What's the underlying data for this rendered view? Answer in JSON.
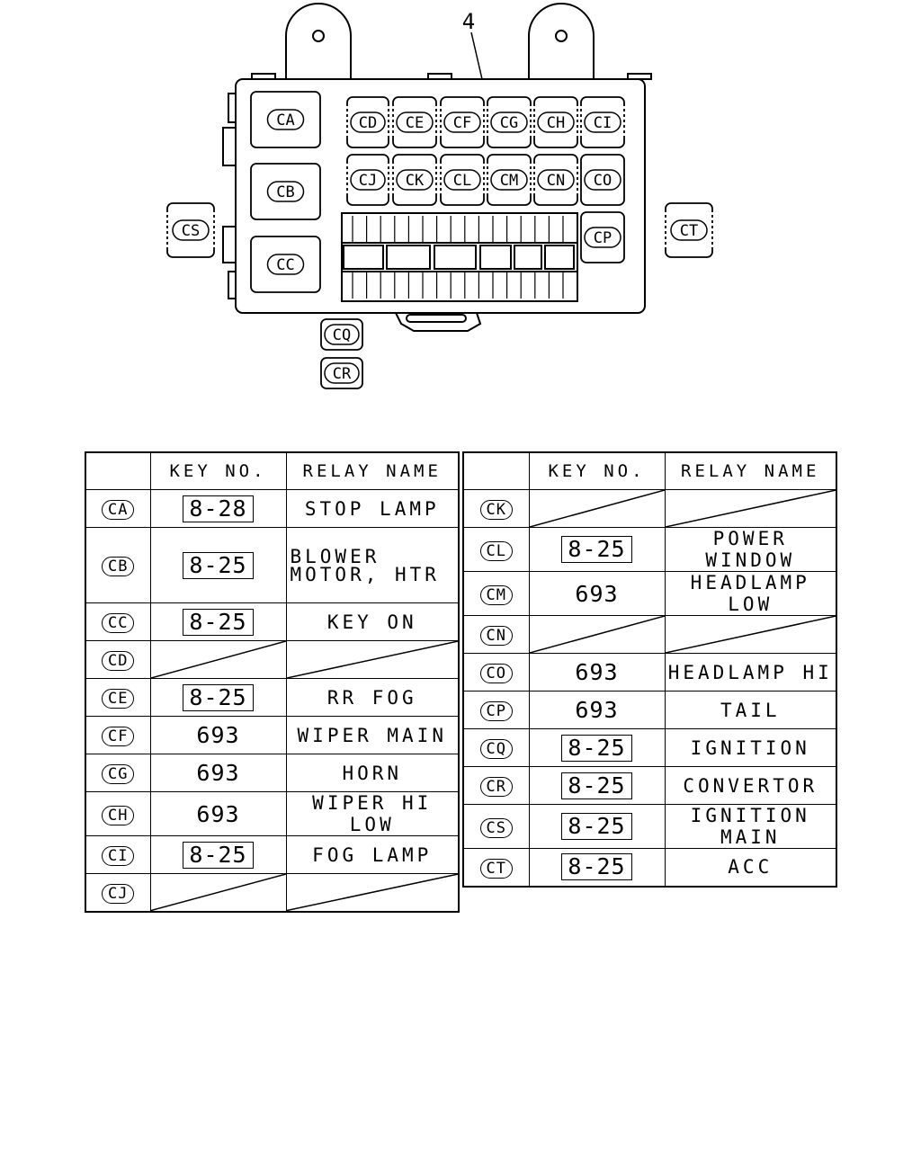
{
  "diagram": {
    "callout": "4",
    "box_labels": [
      "CA",
      "CB",
      "CC",
      "CD",
      "CE",
      "CF",
      "CG",
      "CH",
      "CI",
      "CJ",
      "CK",
      "CL",
      "CM",
      "CN",
      "CO",
      "CP",
      "CQ",
      "CR",
      "CS",
      "CT"
    ]
  },
  "table_left": {
    "headers": [
      "",
      "KEY NO.",
      "RELAY NAME"
    ],
    "rows": [
      {
        "code": "CA",
        "key": "8-28",
        "key_boxed": true,
        "name": "STOP LAMP"
      },
      {
        "code": "CB",
        "key": "8-25",
        "key_boxed": true,
        "name": "BLOWER MOTOR, HTR"
      },
      {
        "code": "CC",
        "key": "8-25",
        "key_boxed": true,
        "name": "KEY ON"
      },
      {
        "code": "CD",
        "key": "",
        "key_boxed": false,
        "name": ""
      },
      {
        "code": "CE",
        "key": "8-25",
        "key_boxed": true,
        "name": "RR FOG"
      },
      {
        "code": "CF",
        "key": "693",
        "key_boxed": false,
        "name": "WIPER MAIN"
      },
      {
        "code": "CG",
        "key": "693",
        "key_boxed": false,
        "name": "HORN"
      },
      {
        "code": "CH",
        "key": "693",
        "key_boxed": false,
        "name": "WIPER HI LOW"
      },
      {
        "code": "CI",
        "key": "8-25",
        "key_boxed": true,
        "name": "FOG LAMP"
      },
      {
        "code": "CJ",
        "key": "",
        "key_boxed": false,
        "name": ""
      }
    ]
  },
  "table_right": {
    "headers": [
      "",
      "KEY NO.",
      "RELAY NAME"
    ],
    "rows": [
      {
        "code": "CK",
        "key": "",
        "key_boxed": false,
        "name": ""
      },
      {
        "code": "CL",
        "key": "8-25",
        "key_boxed": true,
        "name": "POWER WINDOW"
      },
      {
        "code": "CM",
        "key": "693",
        "key_boxed": false,
        "name": "HEADLAMP LOW"
      },
      {
        "code": "CN",
        "key": "",
        "key_boxed": false,
        "name": ""
      },
      {
        "code": "CO",
        "key": "693",
        "key_boxed": false,
        "name": "HEADLAMP HI"
      },
      {
        "code": "CP",
        "key": "693",
        "key_boxed": false,
        "name": "TAIL"
      },
      {
        "code": "CQ",
        "key": "8-25",
        "key_boxed": true,
        "name": "IGNITION"
      },
      {
        "code": "CR",
        "key": "8-25",
        "key_boxed": true,
        "name": "CONVERTOR"
      },
      {
        "code": "CS",
        "key": "8-25",
        "key_boxed": true,
        "name": "IGNITION MAIN"
      },
      {
        "code": "CT",
        "key": "8-25",
        "key_boxed": true,
        "name": "ACC"
      }
    ]
  }
}
